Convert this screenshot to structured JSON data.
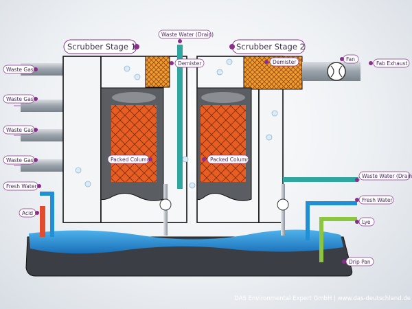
{
  "stages": {
    "stage1": "Scrubber Stage 1",
    "stage2": "Scrubber Stage 2"
  },
  "labels": {
    "waste_gas_1": "Waste Gas",
    "waste_gas_2": "Waste Gas",
    "waste_gas_3": "Waste Gas",
    "waste_gas_4": "Waste Gas",
    "fresh_water_left": "Fresh Water",
    "acid": "Acid",
    "waste_water_drain_top": "Waste Water (Drain)",
    "demister_1": "Demister",
    "demister_2": "Demister",
    "packed_column_1": "Packed Column",
    "packed_column_2": "Packed Column",
    "fan": "Fan",
    "fab_exhaust": "Fab Exhaust",
    "waste_water_drain_right": "Waste Water (Drain)",
    "fresh_water_right": "Fresh Water",
    "lye": "Lye",
    "drip_pan": "Drip Pan"
  },
  "credit": "DAS Environmental Expert GmbH | www.das-deutschland.de",
  "colors": {
    "label_marker": "#8b2f8e",
    "packing_orange": "#e85d22",
    "water_blue": "#1f8fd6",
    "teal_pipe": "#2fa6a0",
    "acid_red": "#e14b2e",
    "lye_green": "#8cc63f",
    "outline": "#111111"
  }
}
